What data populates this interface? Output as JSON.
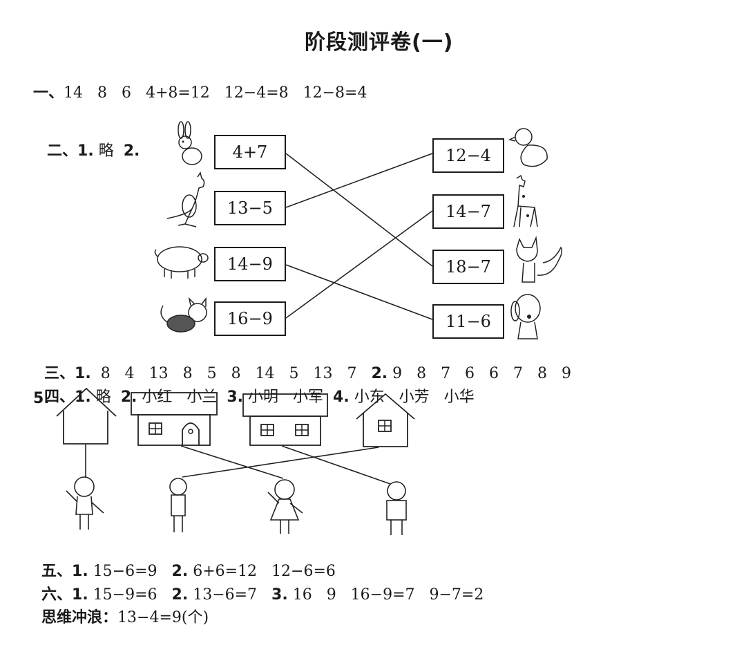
{
  "title": "阶段测评卷(一)",
  "section1": {
    "label": "一、",
    "text": "14   8   6   4+8=12   12−4=8   12−8=4"
  },
  "section2": {
    "label": "二、",
    "q1_num": "1.",
    "q1_text": "略",
    "q2_num": "2.",
    "left_boxes": [
      "4+7",
      "13−5",
      "14−9",
      "16−9"
    ],
    "right_boxes": [
      "12−4",
      "14−7",
      "18−7",
      "11−6"
    ],
    "left_animals": [
      "rabbit-icon",
      "kangaroo-icon",
      "pig-icon",
      "cat-icon"
    ],
    "right_animals": [
      "duck-icon",
      "giraffe-icon",
      "fox-icon",
      "dog-icon"
    ]
  },
  "section3": {
    "label": "三、",
    "q1_num": "1.",
    "q1_text": "8   4   13   8   5   8   14   5   13   7",
    "q2_num": "2.",
    "q2_text": "9   8   7   6   6   7   8   9"
  },
  "section4": {
    "label": "四、",
    "q1_num": "1.",
    "q1_text": "略",
    "q2_num": "2.",
    "q2_text": "小红   小兰",
    "q3_num": "3.",
    "q3_text": "小明   小军",
    "q4_num": "4.",
    "q4_text": "小东   小芳   小华",
    "q5_num": "5."
  },
  "section5": {
    "label": "五、",
    "q1_num": "1.",
    "q1_text": "15−6=9",
    "q2_num": "2.",
    "q2_text": "6+6=12   12−6=6"
  },
  "section6": {
    "label": "六、",
    "q1_num": "1.",
    "q1_text": "15−9=6",
    "q2_num": "2.",
    "q2_text": "13−6=7",
    "q3_num": "3.",
    "q3_text": "16   9   16−9=7   9−7=2"
  },
  "bonus": {
    "label": "思维冲浪：",
    "text": "13−4=9(个)"
  }
}
